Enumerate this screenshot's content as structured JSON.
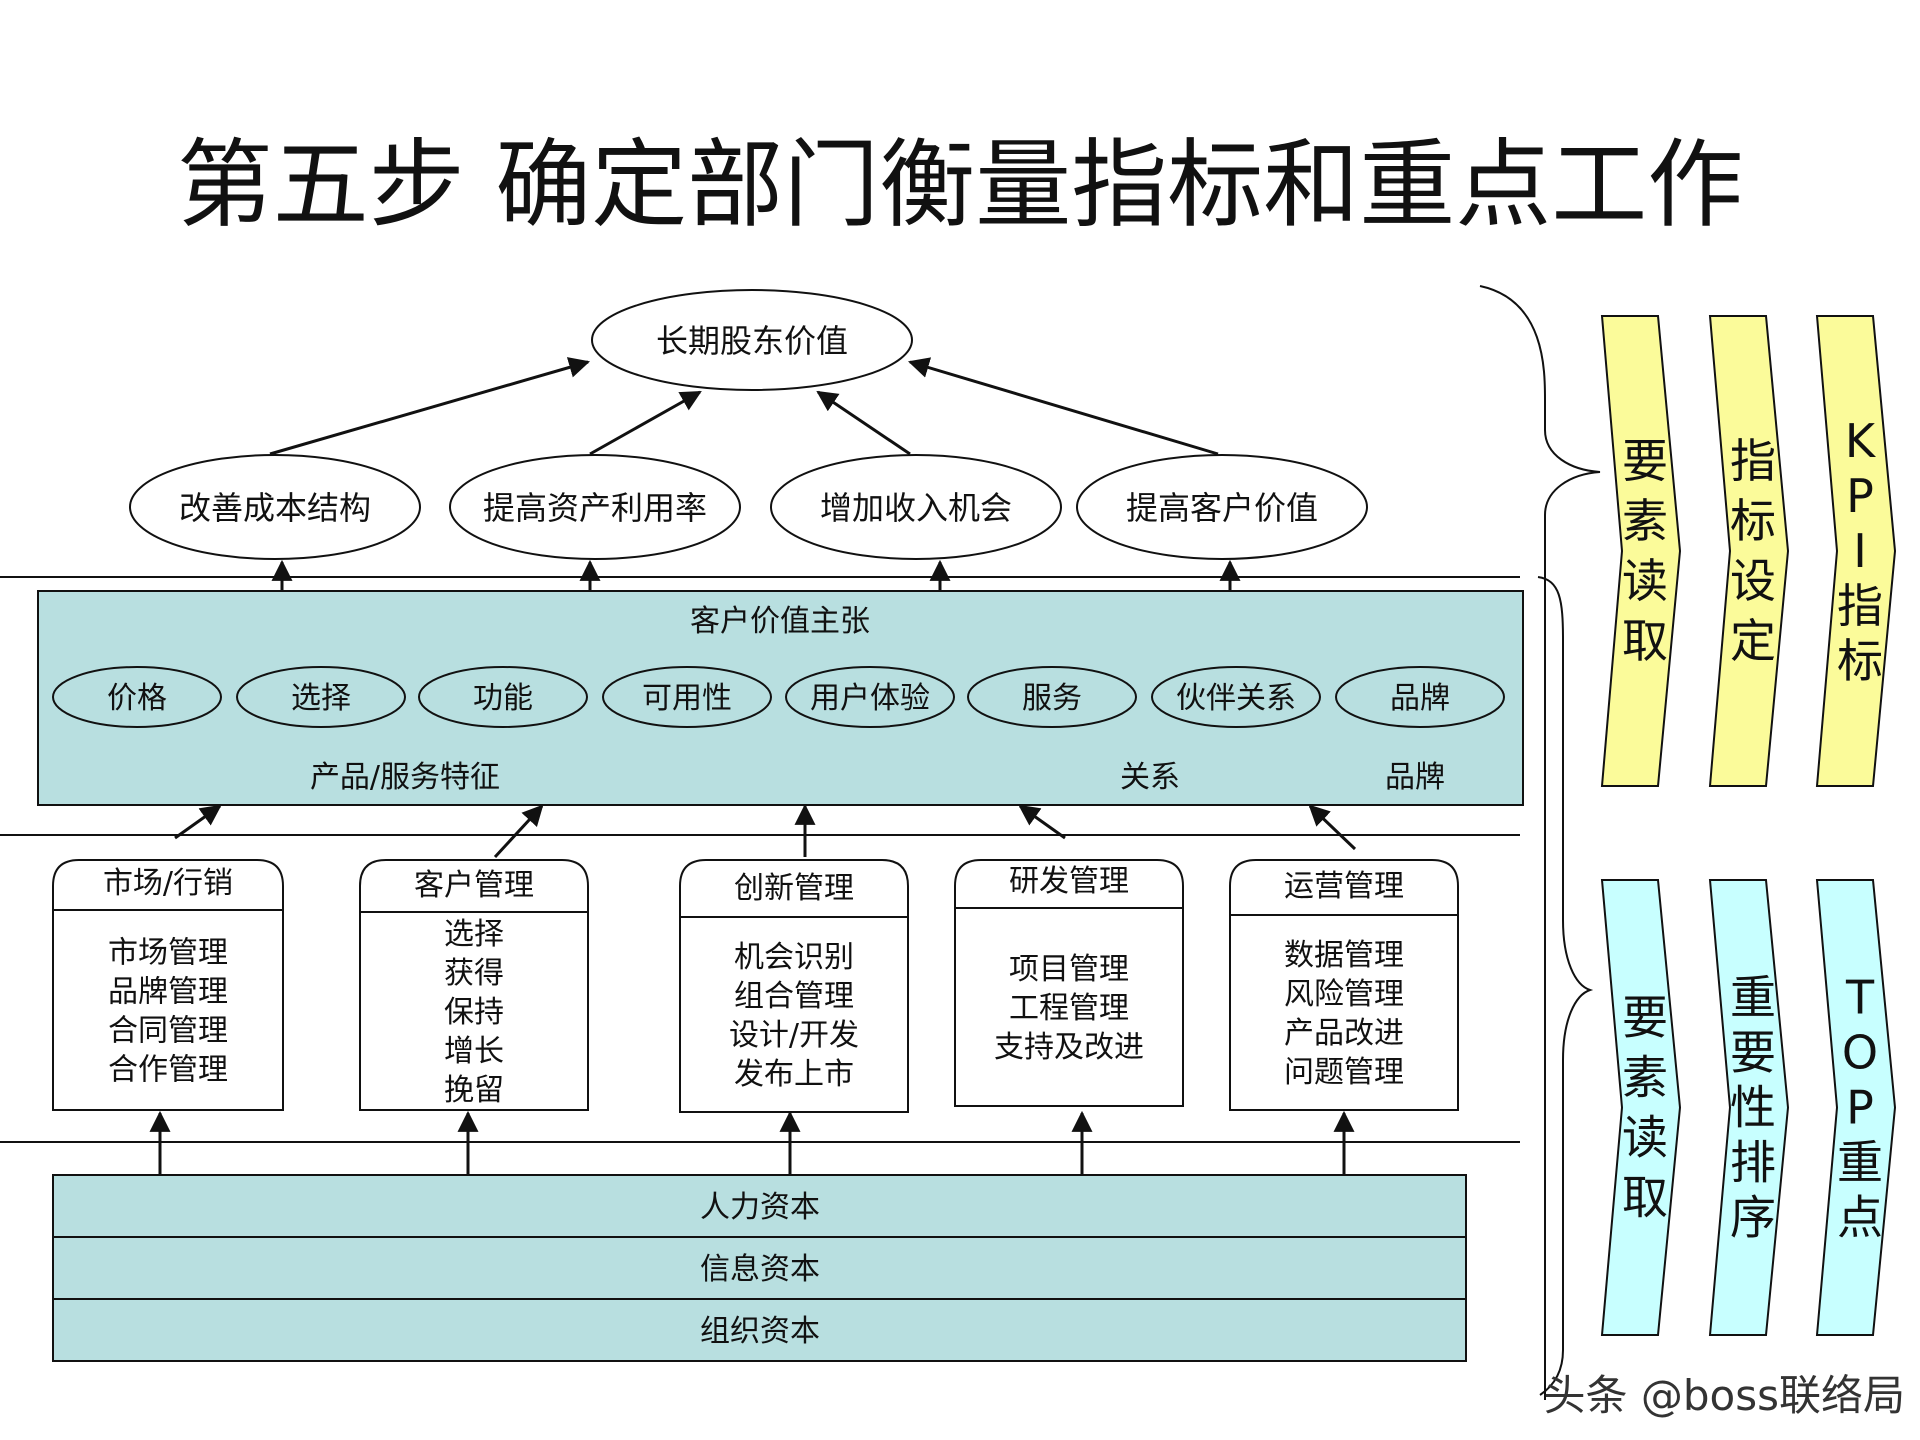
{
  "title": "第五步 确定部门衡量指标和重点工作",
  "goal": "长期股东价值",
  "strategies": [
    "改善成本结构",
    "提高资产利用率",
    "增加收入机会",
    "提高客户价值"
  ],
  "customer_value": {
    "header": "客户价值主张",
    "attributes": [
      "价格",
      "选择",
      "功能",
      "可用性",
      "用户体验",
      "服务",
      "伙伴关系",
      "品牌"
    ],
    "categories": [
      "产品/服务特征",
      "关系",
      "品牌"
    ]
  },
  "processes": [
    {
      "name": "市场/行销",
      "items": [
        "市场管理",
        "品牌管理",
        "合同管理",
        "合作管理"
      ]
    },
    {
      "name": "客户管理",
      "items": [
        "选择",
        "获得",
        "保持",
        "增长",
        "挽留"
      ]
    },
    {
      "name": "创新管理",
      "items": [
        "机会识别",
        "组合管理",
        "设计/开发",
        "发布上市"
      ]
    },
    {
      "name": "研发管理",
      "items": [
        "项目管理",
        "工程管理",
        "支持及改进"
      ]
    },
    {
      "name": "运营管理",
      "items": [
        "数据管理",
        "风险管理",
        "产品改进",
        "问题管理"
      ]
    }
  ],
  "capitals": [
    "人力资本",
    "信息资本",
    "组织资本"
  ],
  "chevrons_top": [
    {
      "text": "要素读取",
      "color": "#fbfb9a"
    },
    {
      "text": "指标设定",
      "color": "#fbfb9a"
    },
    {
      "text": "KPI指标",
      "color": "#fbfb9a"
    }
  ],
  "chevrons_bottom": [
    {
      "text": "要素读取",
      "color": "#c8ffff"
    },
    {
      "text": "重要性排序",
      "color": "#c8ffff"
    },
    {
      "text": "TOP重点",
      "color": "#c8ffff"
    }
  ],
  "watermark": "头条 @boss联络局",
  "colors": {
    "panel": "#b8dfe0",
    "chevron_yellow": "#fbfb9a",
    "chevron_cyan": "#c8ffff"
  }
}
